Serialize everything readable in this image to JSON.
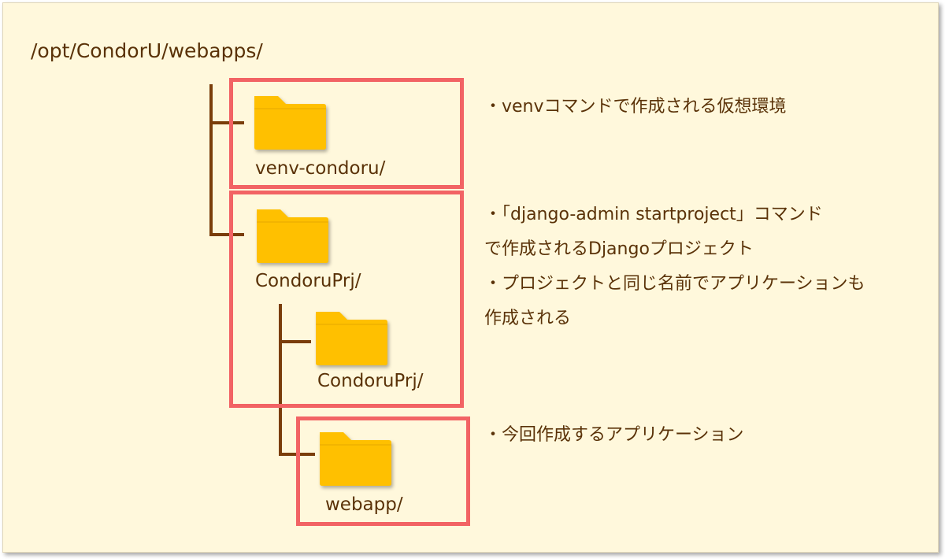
{
  "root_path": "/opt/CondorU/webapps/",
  "folders": {
    "venv": "venv-condoru/",
    "project": "CondoruPrj/",
    "project_inner": "CondoruPrj/",
    "app": "webapp/"
  },
  "notes": {
    "venv": [
      "・venvコマンドで作成される仮想環境"
    ],
    "project": [
      "・「django-admin startproject」コマンド",
      "で作成されるDjangoプロジェクト",
      "・プロジェクトと同じ名前でアプリケーションも",
      "作成される"
    ],
    "app": [
      "・今回作成するアプリケーション"
    ]
  },
  "colors": {
    "background": "#fff8dc",
    "highlight_border": "#f26364",
    "tree_line": "#7a3d0a",
    "folder": "#ffc000",
    "text": "#5a3208"
  },
  "icons": [
    "folder-icon"
  ]
}
